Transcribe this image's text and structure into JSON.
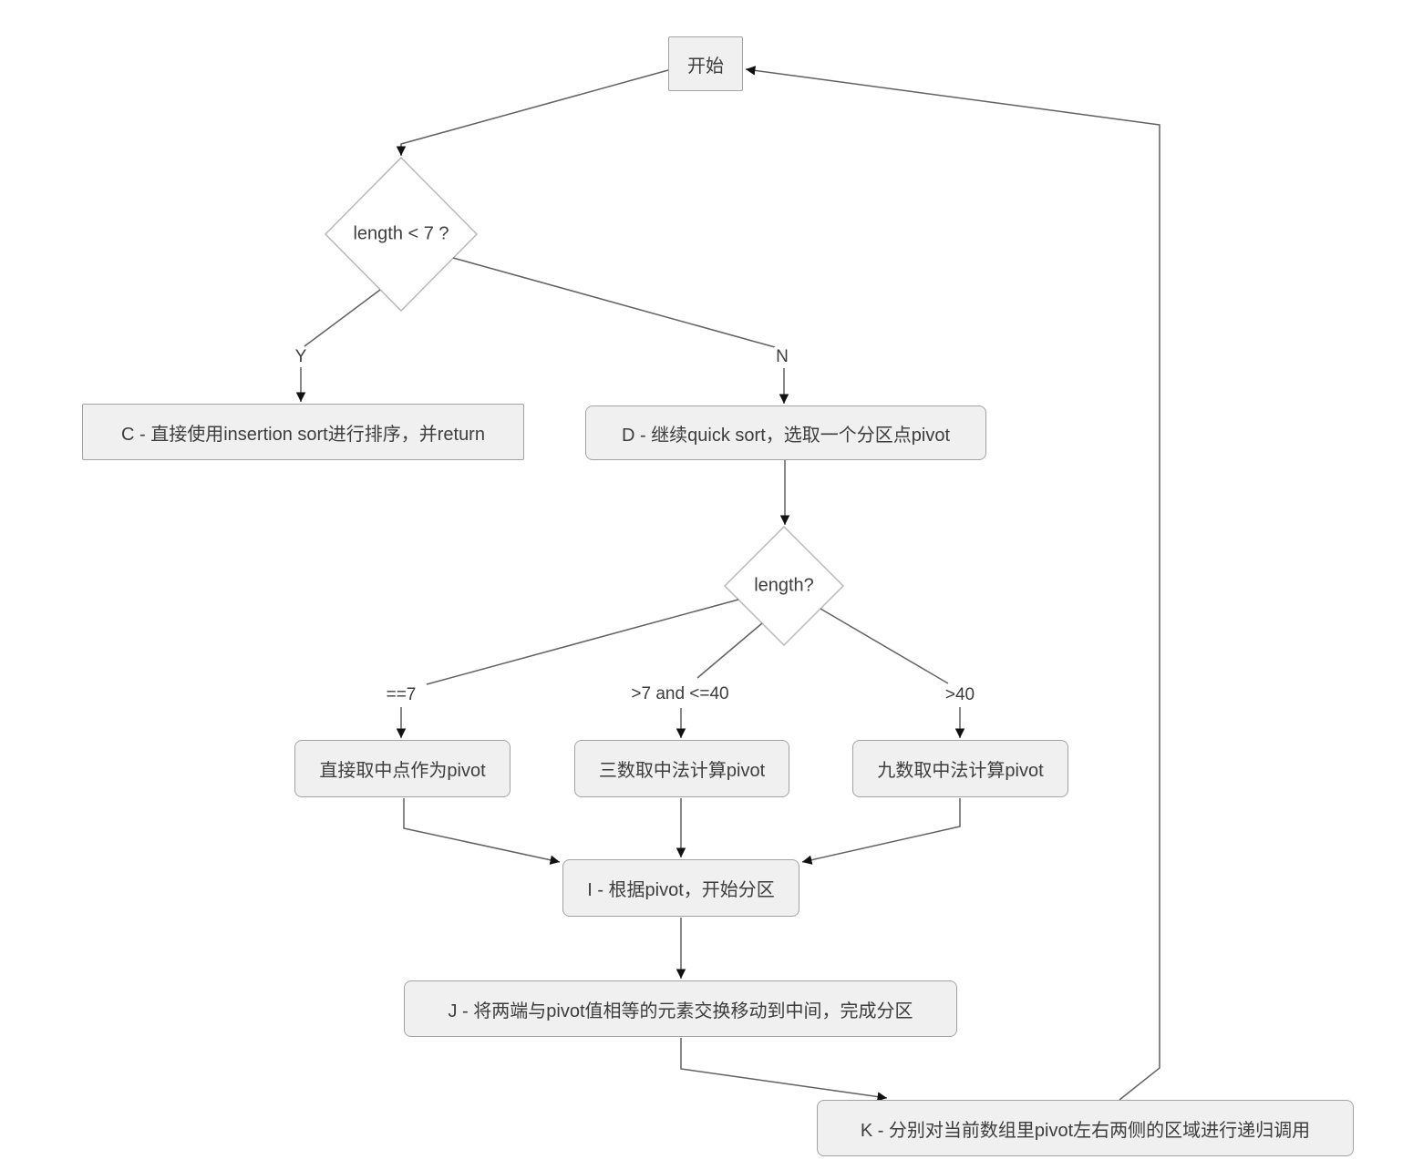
{
  "nodes": {
    "start": {
      "label": "开始"
    },
    "length_lt7": {
      "label": "length < 7 ?"
    },
    "node_c": {
      "label": "C - 直接使用insertion sort进行排序，并return"
    },
    "node_d": {
      "label": "D - 继续quick sort，选取一个分区点pivot"
    },
    "length_q": {
      "label": "length?"
    },
    "pivot_mid": {
      "label": "直接取中点作为pivot"
    },
    "pivot_med3": {
      "label": "三数取中法计算pivot"
    },
    "pivot_med9": {
      "label": "九数取中法计算pivot"
    },
    "node_i": {
      "label": "I - 根据pivot，开始分区"
    },
    "node_j": {
      "label": "J - 将两端与pivot值相等的元素交换移动到中间，完成分区"
    },
    "node_k": {
      "label": "K - 分别对当前数组里pivot左右两侧的区域进行递归调用"
    }
  },
  "edge_labels": {
    "yes": "Y",
    "no": "N",
    "eq7": "==7",
    "gt7_le40": ">7 and <=40",
    "gt40": ">40"
  },
  "colors": {
    "node_fill": "#f0f0f0",
    "node_border": "#a3a3a3",
    "diamond_border": "#b9b9b9",
    "edge_line": "#616161",
    "arrowhead": "#111111",
    "text": "#3d3d3d",
    "background": "#ffffff"
  }
}
